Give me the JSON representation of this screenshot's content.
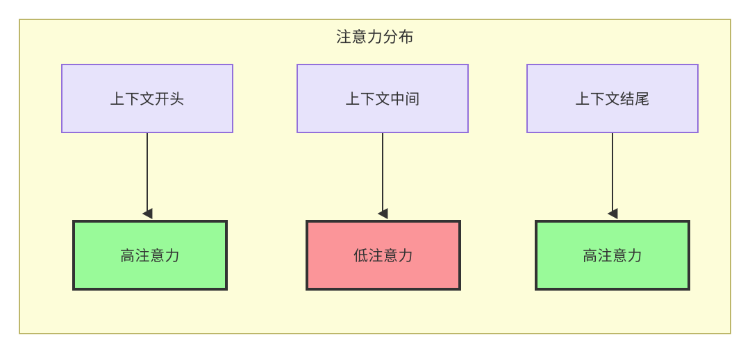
{
  "diagram": {
    "title": "注意力分布",
    "colors": {
      "container_fill": "#fdfdd9",
      "container_border": "#bdb76b",
      "context_fill": "#e7e3fb",
      "context_border": "#9370db",
      "high_fill": "#99fa99",
      "low_fill": "#fb9599",
      "node_border": "#333333",
      "edge": "#333333",
      "text": "#333333"
    },
    "top_nodes": [
      {
        "label": "上下文开头"
      },
      {
        "label": "上下文中间"
      },
      {
        "label": "上下文结尾"
      }
    ],
    "bottom_nodes": [
      {
        "label": "高注意力",
        "level": "high"
      },
      {
        "label": "低注意力",
        "level": "low"
      },
      {
        "label": "高注意力",
        "level": "high"
      }
    ],
    "edges": [
      {
        "from": "上下文开头",
        "to": "高注意力"
      },
      {
        "from": "上下文中间",
        "to": "低注意力"
      },
      {
        "from": "上下文结尾",
        "to": "高注意力"
      }
    ]
  }
}
